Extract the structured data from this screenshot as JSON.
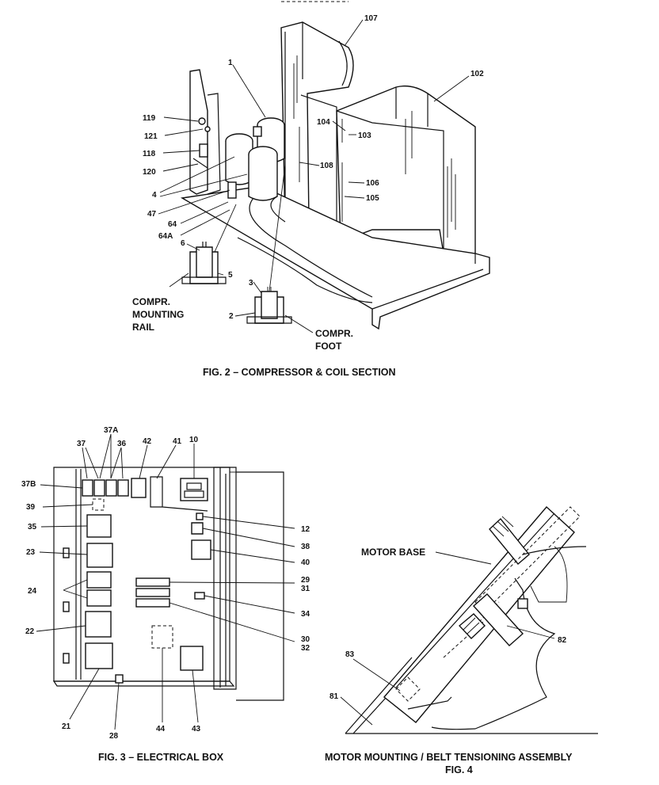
{
  "fig2": {
    "caption": "FIG. 2 – COMPRESSOR & COIL SECTION",
    "labels": {
      "l107": "107",
      "l102": "102",
      "l1": "1",
      "l119": "119",
      "l121": "121",
      "l118": "118",
      "l120": "120",
      "l4": "4",
      "l47": "47",
      "l64": "64",
      "l64a": "64A",
      "l104": "104",
      "l103": "103",
      "l108": "108",
      "l106": "106",
      "l105": "105",
      "l6": "6",
      "l5": "5",
      "l3": "3",
      "l2": "2"
    },
    "rail_label": [
      "COMPR.",
      "MOUNTING",
      "RAIL"
    ],
    "foot_label": [
      "COMPR.",
      "FOOT"
    ]
  },
  "fig3": {
    "caption": "FIG. 3 – ELECTRICAL BOX",
    "labels": {
      "l37": "37",
      "l37a": "37A",
      "l36": "36",
      "l42": "42",
      "l41": "41",
      "l10": "10",
      "l37b": "37B",
      "l39": "39",
      "l35": "35",
      "l23": "23",
      "l24": "24",
      "l22": "22",
      "l21": "21",
      "l28": "28",
      "l44": "44",
      "l43": "43",
      "l12": "12",
      "l38": "38",
      "l40": "40",
      "l29": "29",
      "l31": "31",
      "l34": "34",
      "l30": "30",
      "l32": "32"
    }
  },
  "fig4": {
    "caption_line1": "MOTOR MOUNTING / BELT TENSIONING ASSEMBLY",
    "caption_line2": "FIG. 4",
    "motor_base_label": "MOTOR BASE",
    "labels": {
      "l82": "82",
      "l83": "83",
      "l81": "81"
    }
  }
}
